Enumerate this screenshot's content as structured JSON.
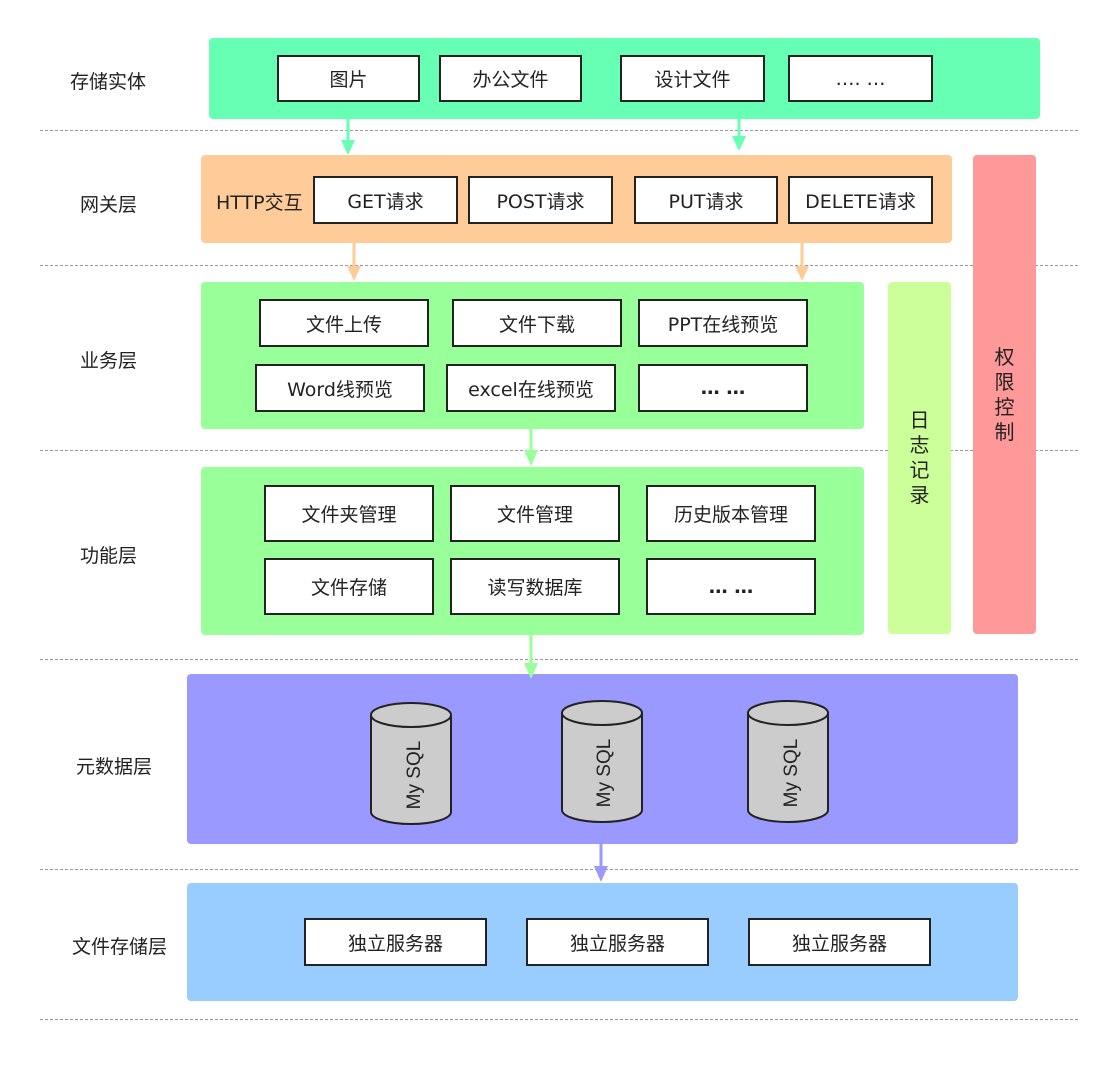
{
  "layers": {
    "storage_entity": "存储实体",
    "gateway": "网关层",
    "business": "业务层",
    "function": "功能层",
    "metadata": "元数据层",
    "file_storage": "文件存储层"
  },
  "storage_entity_items": [
    "图片",
    "办公文件",
    "设计文件",
    "…. …"
  ],
  "gateway_title": "HTTP交互",
  "gateway_items": [
    "GET请求",
    "POST请求",
    "PUT请求",
    "DELETE请求"
  ],
  "business_items": [
    "文件上传",
    "文件下载",
    "PPT在线预览",
    "Word线预览",
    "excel在线预览",
    "… …"
  ],
  "function_items": [
    "文件夹管理",
    "文件管理",
    "历史版本管理",
    "文件存储",
    "读写数据库",
    "… …"
  ],
  "metadata_items": [
    "My SQL",
    "My SQL",
    "My SQL"
  ],
  "file_storage_items": [
    "独立服务器",
    "独立服务器",
    "独立服务器"
  ],
  "log_chars": [
    "日",
    "志",
    "记",
    "录"
  ],
  "permission_chars": [
    "权",
    "限",
    "控",
    "制"
  ],
  "colors": {
    "storage_entity": "#66FFB3",
    "gateway": "#FFCC99",
    "business": "#99FF99",
    "function": "#99FF99",
    "log": "#CCFF99",
    "permission": "#FF9999",
    "metadata": "#9999FF",
    "file_storage": "#99CCFF",
    "cylinder": "#CCCCCC"
  }
}
